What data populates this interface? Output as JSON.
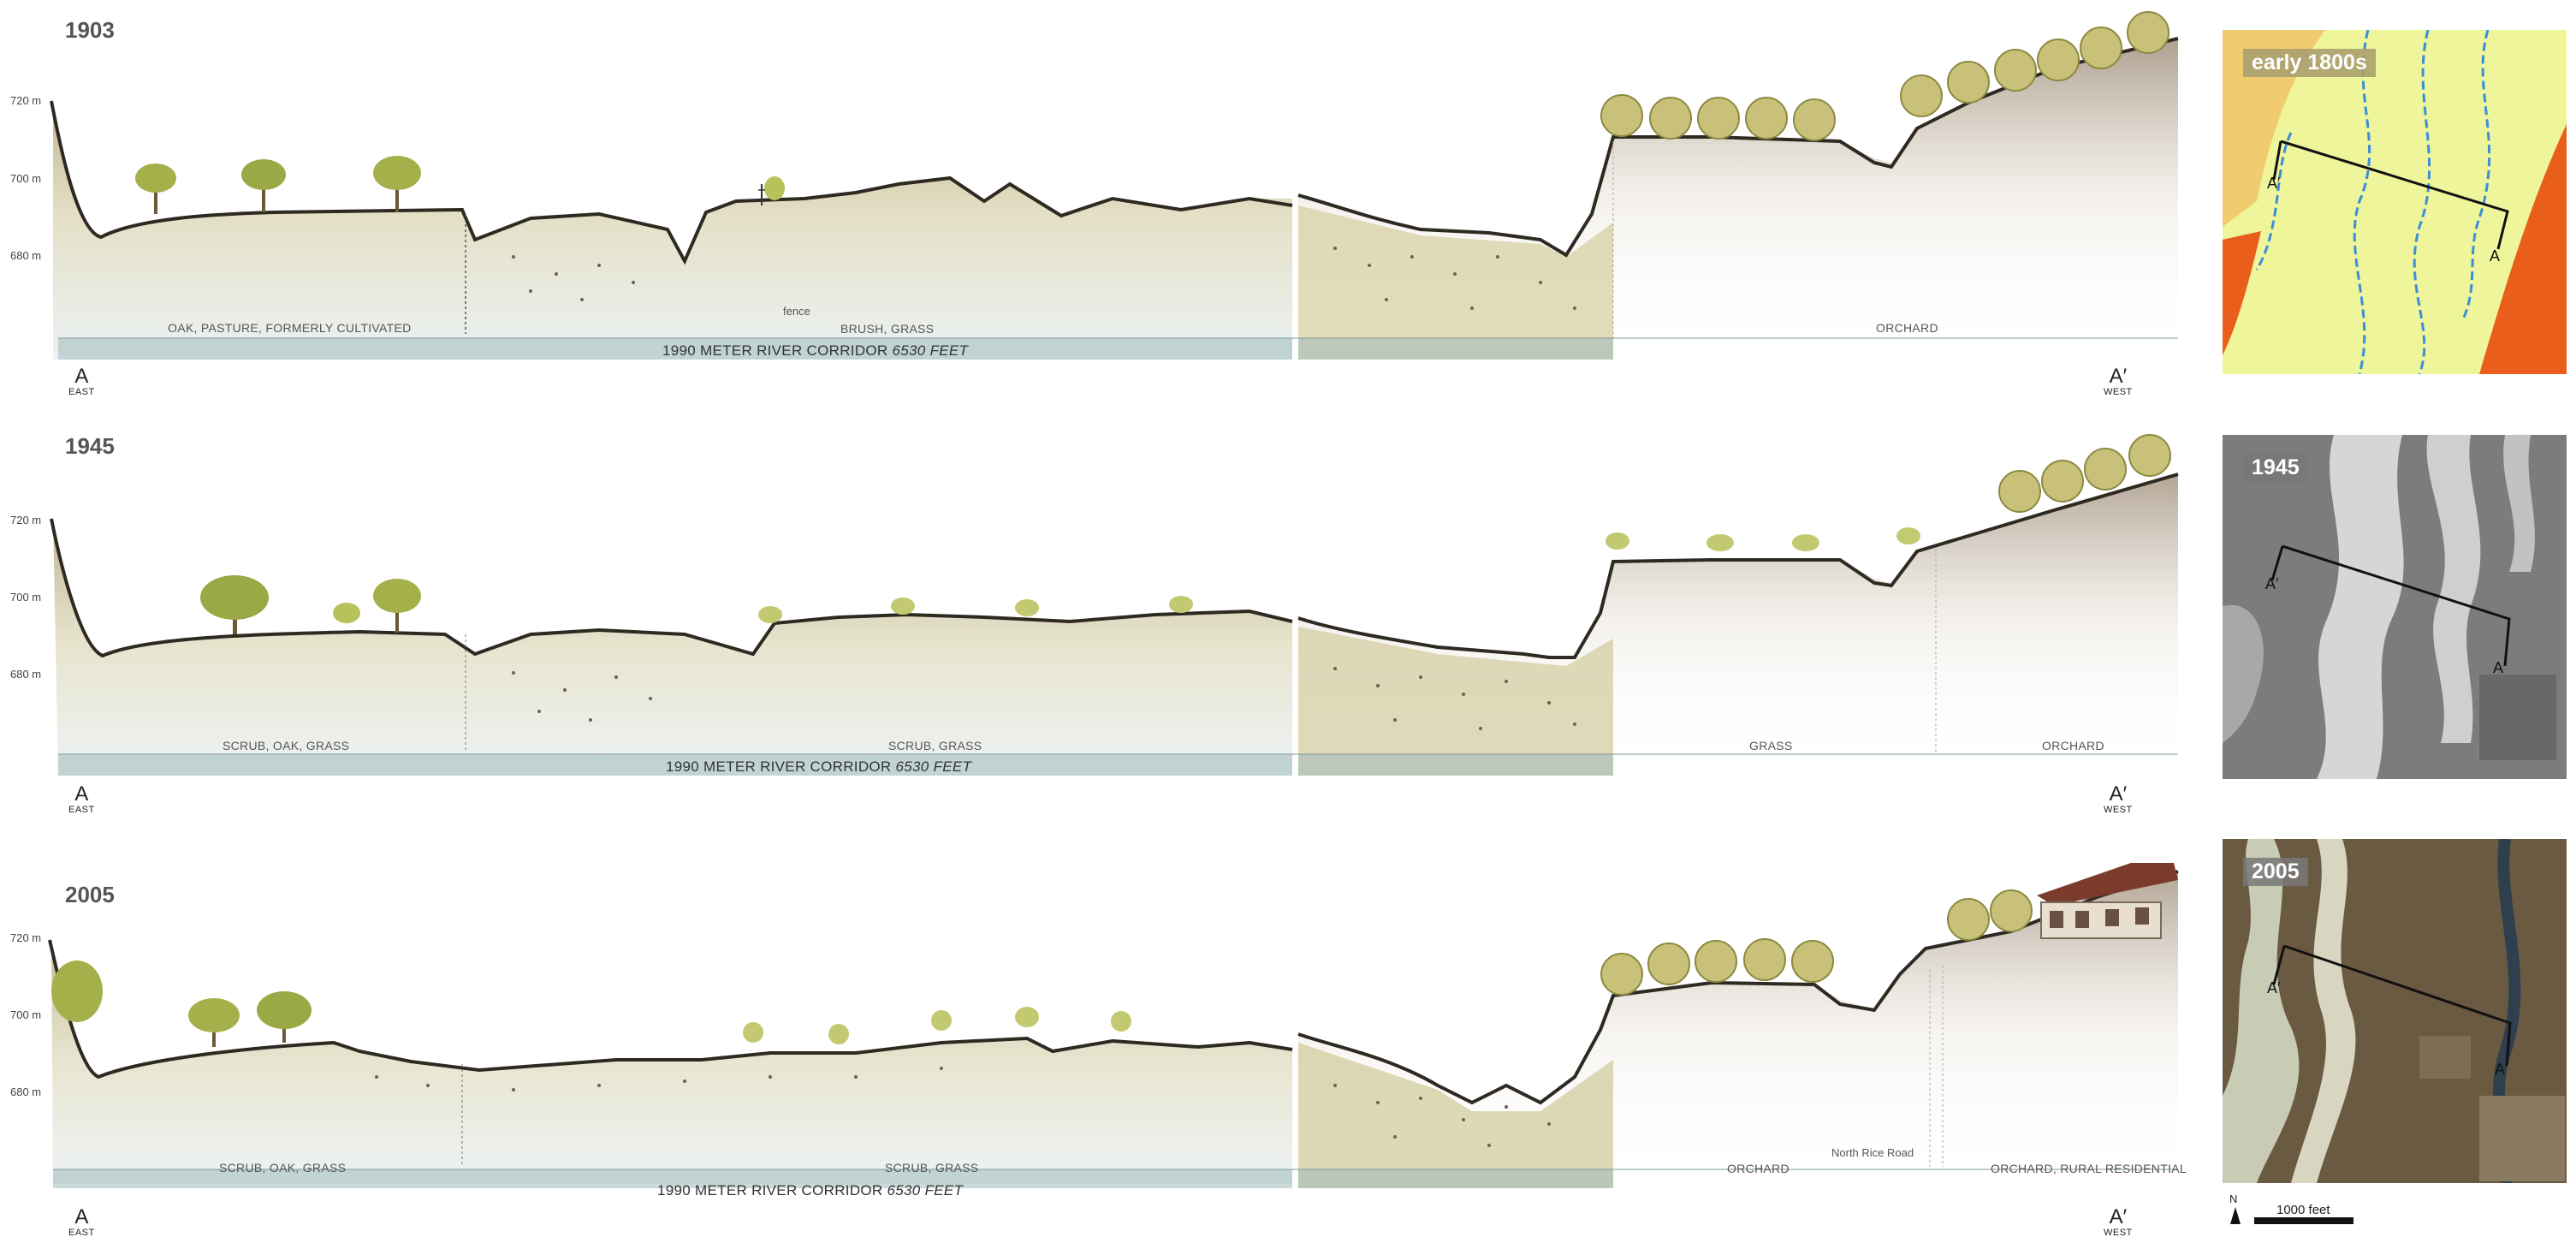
{
  "panels": [
    {
      "year": "1903",
      "elevations": [
        "720 m",
        "700 m",
        "680 m"
      ],
      "zones": [
        "OAK, PASTURE, FORMERLY CULTIVATED",
        "BRUSH, GRASS",
        "ORCHARD"
      ],
      "note": "fence",
      "corridor": "1990 METER RIVER CORRIDOR",
      "corridor_feet": "6530 FEET",
      "endA": "A",
      "endA_dir": "EAST",
      "endB": "A′",
      "endB_dir": "WEST",
      "map_label": "early 1800s",
      "map_marker_a": "A",
      "map_marker_b": "A′"
    },
    {
      "year": "1945",
      "elevations": [
        "720 m",
        "700 m",
        "680 m"
      ],
      "zones": [
        "SCRUB, OAK, GRASS",
        "SCRUB, GRASS",
        "GRASS",
        "ORCHARD"
      ],
      "corridor": "1990 METER RIVER CORRIDOR",
      "corridor_feet": "6530 FEET",
      "endA": "A",
      "endA_dir": "EAST",
      "endB": "A′",
      "endB_dir": "WEST",
      "map_label": "1945",
      "map_marker_a": "A",
      "map_marker_b": "A′"
    },
    {
      "year": "2005",
      "elevations": [
        "720 m",
        "700 m",
        "680 m"
      ],
      "zones": [
        "SCRUB, OAK, GRASS",
        "SCRUB, GRASS",
        "ORCHARD",
        "ORCHARD, RURAL RESIDENTIAL"
      ],
      "note": "North Rice Road",
      "corridor": "1990 METER RIVER CORRIDOR",
      "corridor_feet": "6530 FEET",
      "endA": "A",
      "endA_dir": "EAST",
      "endB": "A′",
      "endB_dir": "WEST",
      "map_label": "2005",
      "map_marker_a": "A",
      "map_marker_b": "A′"
    }
  ],
  "scale": {
    "label": "1000 feet",
    "north": "N"
  },
  "colors": {
    "ground_line": "#2e2a22",
    "soil": "#cfc89a",
    "water": "#9fb9bb",
    "tree": "#a5b04a",
    "map_floodplain": "#eef59a",
    "map_terrace": "#e95e1a",
    "map_upland": "#f1cc6e",
    "map_channel": "#3a8ed8"
  }
}
